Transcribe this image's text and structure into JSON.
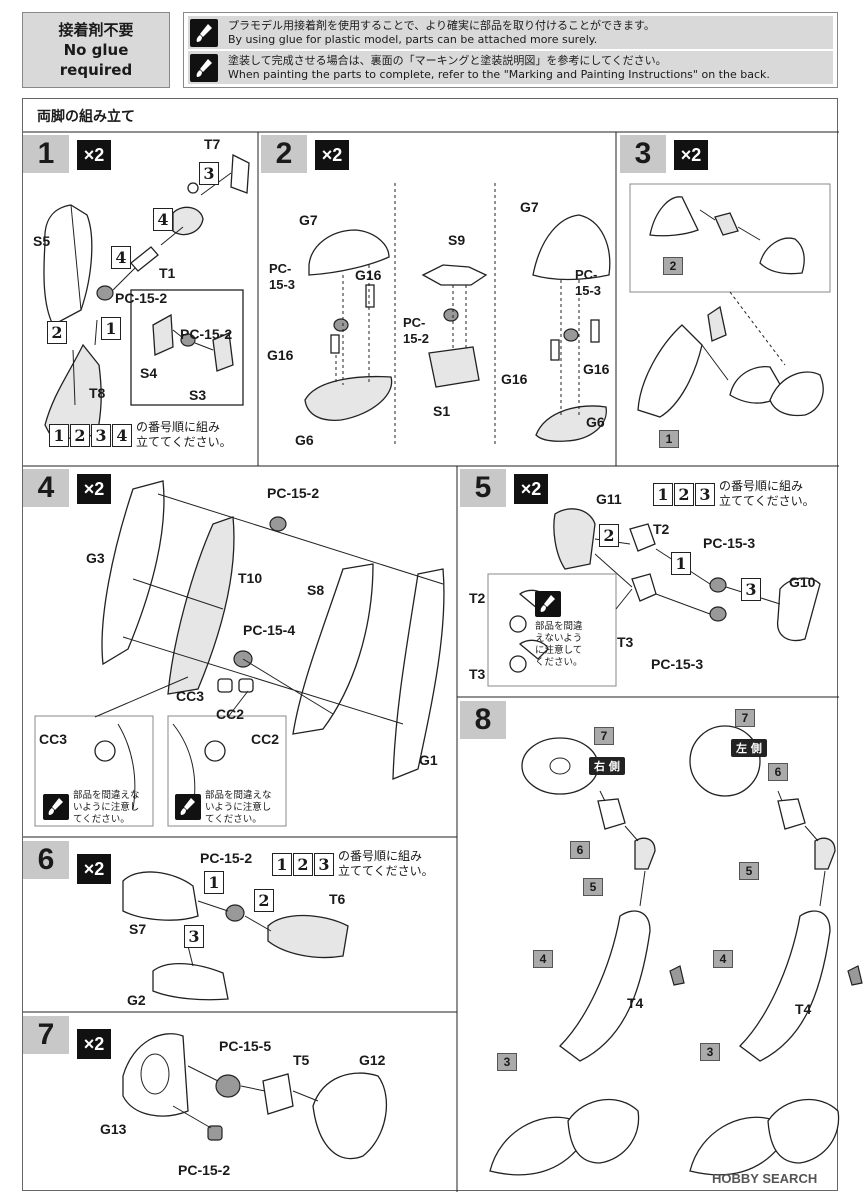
{
  "header": {
    "no_glue": {
      "ja": "接着剤不要",
      "en_line1": "No glue",
      "en_line2": "required"
    },
    "notes": [
      {
        "icon": "brush-icon",
        "ja": "プラモデル用接着剤を使用することで、より確実に部品を取り付けることができます。",
        "en": "By using glue for plastic model, parts can be attached more surely."
      },
      {
        "icon": "brush-icon",
        "ja": "塗装して完成させる場合は、裏面の「マーキングと塗装説明図」を参考にしてください。",
        "en": "When painting the parts to complete, refer to the \"Marking and Painting Instructions\" on the back."
      }
    ]
  },
  "section_title": "両脚の組み立て",
  "multiplier": "×2",
  "order_text": {
    "line1": "の番号順に組み",
    "line2": "立ててください。"
  },
  "warning_text": {
    "line1": "部品を間違え",
    "line2": "ないように注",
    "line3": "意してください。",
    "alt_line1": "部品を間違えな",
    "alt_line2": "いように注意し",
    "alt_line3": "てください。",
    "alt2_line1": "部品を間違",
    "alt2_line2": "えないよう",
    "alt2_line3": "に注意して",
    "alt2_line4": "ください。"
  },
  "steps": {
    "s1": {
      "num": "1",
      "labels": [
        "T7",
        "S5",
        "T1",
        "PC-15-2",
        "T8",
        "PC-15-2",
        "S4",
        "S3"
      ],
      "step_marks": [
        "3",
        "4",
        "4",
        "2",
        "1"
      ],
      "order_nums": [
        "1",
        "2",
        "3",
        "4"
      ]
    },
    "s2": {
      "num": "2",
      "labels": [
        "G7",
        "PC-",
        "15-3",
        "G16",
        "G16",
        "G6",
        "S9",
        "PC-",
        "15-2",
        "S1",
        "G7",
        "PC-",
        "15-3",
        "G16",
        "G16",
        "G6"
      ]
    },
    "s3": {
      "num": "3",
      "refs": [
        "2",
        "1"
      ]
    },
    "s4": {
      "num": "4",
      "labels": [
        "PC-15-2",
        "G3",
        "T10",
        "S8",
        "PC-15-4",
        "CC3",
        "CC2",
        "G1",
        "CC3",
        "CC2"
      ]
    },
    "s5": {
      "num": "5",
      "labels": [
        "G11",
        "T2",
        "PC-15-3",
        "G10",
        "T3",
        "PC-15-3",
        "T2",
        "T3"
      ],
      "step_marks": [
        "2",
        "1",
        "3"
      ],
      "order_nums": [
        "1",
        "2",
        "3"
      ]
    },
    "s6": {
      "num": "6",
      "labels": [
        "PC-15-2",
        "T6",
        "S7",
        "G2"
      ],
      "step_marks": [
        "1",
        "2",
        "3"
      ],
      "order_nums": [
        "1",
        "2",
        "3"
      ]
    },
    "s7": {
      "num": "7",
      "labels": [
        "PC-15-5",
        "T5",
        "G12",
        "G13",
        "PC-15-2"
      ]
    },
    "s8": {
      "num": "8",
      "right_side": "右 側",
      "left_side": "左 側",
      "refs": [
        "7",
        "6",
        "5",
        "4",
        "3",
        "7",
        "6",
        "5",
        "4",
        "3"
      ],
      "labels": [
        "T4",
        "T4"
      ]
    }
  },
  "watermark": "HOBBY SEARCH"
}
